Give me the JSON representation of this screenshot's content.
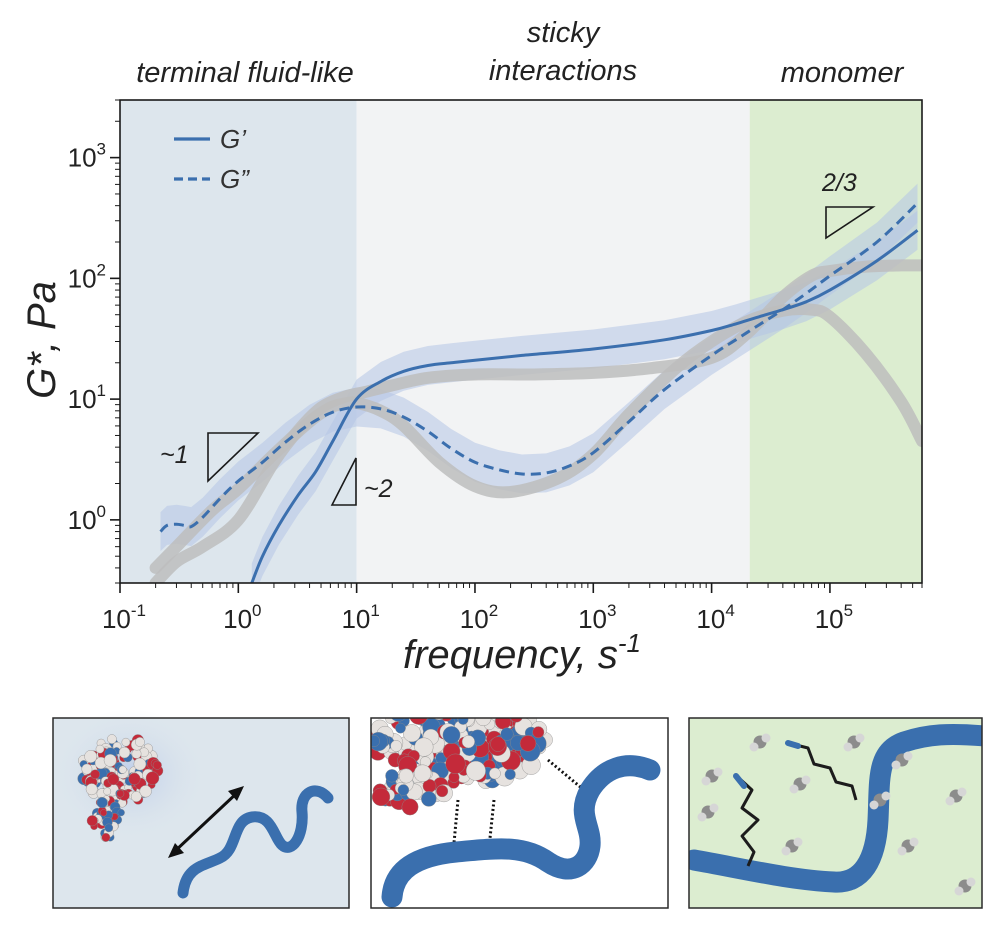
{
  "colors": {
    "region_fluid": "#dde6ed",
    "region_sticky": "#f2f3f4",
    "region_monomer": "#dcedd0",
    "g_prime": "#3b6fae",
    "g_double_prime": "#3b6fae",
    "confidence_band": "#b4c4e6",
    "reference_curve": "#bdbdbd",
    "protein_red": "#c42a3a",
    "protein_blue": "#3a6fae",
    "protein_white": "#e6e2df"
  },
  "chart_data": {
    "type": "line",
    "x_scale": "log",
    "y_scale": "log",
    "xlim": [
      0.1,
      600000
    ],
    "ylim": [
      0.3,
      3000
    ],
    "xlabel": "frequency, s",
    "xlabel_sup": "-1",
    "ylabel": "G*, Pa",
    "x_ticks": [
      {
        "base": "10",
        "exp": "-1",
        "value": 0.1
      },
      {
        "base": "10",
        "exp": "0",
        "value": 1
      },
      {
        "base": "10",
        "exp": "1",
        "value": 10
      },
      {
        "base": "10",
        "exp": "2",
        "value": 100
      },
      {
        "base": "10",
        "exp": "3",
        "value": 1000
      },
      {
        "base": "10",
        "exp": "4",
        "value": 10000
      },
      {
        "base": "10",
        "exp": "5",
        "value": 100000
      }
    ],
    "y_ticks": [
      {
        "base": "10",
        "exp": "0",
        "value": 1
      },
      {
        "base": "10",
        "exp": "1",
        "value": 10
      },
      {
        "base": "10",
        "exp": "2",
        "value": 100
      },
      {
        "base": "10",
        "exp": "3",
        "value": 1000
      }
    ],
    "regions": [
      {
        "label": "terminal fluid-like",
        "x_from": 0.1,
        "x_to": 10,
        "color_key": "region_fluid"
      },
      {
        "label": "sticky\ninteractions",
        "x_from": 10,
        "x_to": 21000,
        "color_key": "region_sticky"
      },
      {
        "label": "monomer",
        "x_from": 21000,
        "x_to": 600000,
        "color_key": "region_monomer"
      }
    ],
    "legend": {
      "position": "top-left",
      "entries": [
        "G’",
        "G”"
      ]
    },
    "series": [
      {
        "name": "G’",
        "style": "solid",
        "x": [
          1.3,
          1.6,
          2.2,
          3.2,
          4.5,
          6.3,
          10,
          16,
          25,
          40,
          63,
          100,
          250,
          1000,
          4000,
          10000,
          16000,
          25000,
          40000,
          63000,
          100000,
          250000,
          550000
        ],
        "y": [
          0.3,
          0.5,
          0.9,
          1.6,
          2.5,
          4.5,
          10,
          14,
          17,
          19,
          20,
          21,
          23,
          26,
          31,
          37,
          42,
          48,
          55,
          64,
          80,
          140,
          250
        ],
        "band_factor": 1.45
      },
      {
        "name": "G”",
        "style": "dashed",
        "x": [
          0.22,
          0.25,
          0.3,
          0.35,
          0.4,
          0.5,
          0.7,
          1,
          1.6,
          2.5,
          4,
          6.3,
          10,
          16,
          25,
          40,
          63,
          100,
          160,
          250,
          400,
          630,
          1000,
          2000,
          4000,
          10000,
          16000,
          25000,
          40000,
          63000,
          100000,
          250000,
          550000
        ],
        "y": [
          0.8,
          0.9,
          0.92,
          0.9,
          0.88,
          1.05,
          1.5,
          2.1,
          3.0,
          4.4,
          6.2,
          7.8,
          8.6,
          8.3,
          7.1,
          5.4,
          3.9,
          3.0,
          2.6,
          2.4,
          2.45,
          2.8,
          3.6,
          6.5,
          12,
          23,
          31,
          41,
          55,
          75,
          105,
          200,
          420
        ],
        "band_factor": 1.45
      }
    ],
    "reference_curves": [
      {
        "x": [
          0.2,
          0.3,
          0.5,
          1,
          2,
          3.2,
          5,
          8,
          12,
          20,
          40,
          100,
          300,
          1000,
          3000,
          10000,
          20000,
          40000,
          70000,
          100000,
          200000,
          400000,
          600000
        ],
        "y": [
          0.3,
          0.45,
          0.6,
          1.0,
          3.0,
          5.5,
          8.5,
          10.5,
          11.5,
          13,
          15,
          16,
          16,
          16.5,
          18,
          22,
          35,
          70,
          105,
          115,
          125,
          128,
          128
        ]
      },
      {
        "x": [
          0.2,
          0.3,
          0.6,
          1,
          2,
          4,
          6,
          8,
          10,
          16,
          25,
          50,
          100,
          200,
          500,
          1000,
          2000,
          5000,
          10000,
          20000,
          40000,
          70000,
          100000,
          200000,
          400000,
          600000
        ],
        "y": [
          0.4,
          0.6,
          1.2,
          1.8,
          3.5,
          6.5,
          8.5,
          9.2,
          9.3,
          8.0,
          6.0,
          3.0,
          1.9,
          1.7,
          2.2,
          3.5,
          7.5,
          18,
          30,
          44,
          54,
          55,
          48,
          24,
          9.5,
          4.5
        ]
      }
    ],
    "slope_annotations": [
      {
        "label": "~1"
      },
      {
        "label": "~2"
      },
      {
        "label": "2/3"
      }
    ]
  }
}
